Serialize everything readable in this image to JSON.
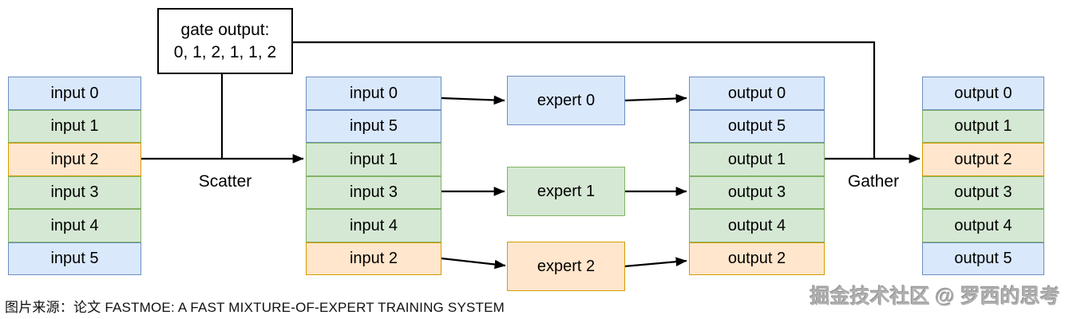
{
  "diagram": {
    "gate": {
      "title": "gate output:",
      "values": "0, 1, 2, 1, 1, 2"
    },
    "flow_labels": {
      "scatter": "Scatter",
      "gather": "Gather"
    },
    "columns": {
      "inputs": {
        "items": [
          {
            "label": "input 0",
            "color": "blue"
          },
          {
            "label": "input 1",
            "color": "green"
          },
          {
            "label": "input 2",
            "color": "orange"
          },
          {
            "label": "input 3",
            "color": "green"
          },
          {
            "label": "input 4",
            "color": "green"
          },
          {
            "label": "input 5",
            "color": "blue"
          }
        ]
      },
      "scattered": {
        "items": [
          {
            "label": "input 0",
            "color": "blue"
          },
          {
            "label": "input 5",
            "color": "blue"
          },
          {
            "label": "input 1",
            "color": "green"
          },
          {
            "label": "input 3",
            "color": "green"
          },
          {
            "label": "input 4",
            "color": "green"
          },
          {
            "label": "input 2",
            "color": "orange"
          }
        ]
      },
      "expert_outputs": {
        "items": [
          {
            "label": "output 0",
            "color": "blue"
          },
          {
            "label": "output 5",
            "color": "blue"
          },
          {
            "label": "output 1",
            "color": "green"
          },
          {
            "label": "output 3",
            "color": "green"
          },
          {
            "label": "output 4",
            "color": "green"
          },
          {
            "label": "output 2",
            "color": "orange"
          }
        ]
      },
      "outputs": {
        "items": [
          {
            "label": "output 0",
            "color": "blue"
          },
          {
            "label": "output 1",
            "color": "green"
          },
          {
            "label": "output 2",
            "color": "orange"
          },
          {
            "label": "output 3",
            "color": "green"
          },
          {
            "label": "output 4",
            "color": "green"
          },
          {
            "label": "output 5",
            "color": "blue"
          }
        ]
      }
    },
    "experts": [
      {
        "label": "expert 0",
        "color": "blue"
      },
      {
        "label": "expert 1",
        "color": "green"
      },
      {
        "label": "expert 2",
        "color": "orange"
      }
    ],
    "palette": {
      "blue": {
        "fill": "#dae8fc",
        "stroke": "#6c8ebf"
      },
      "green": {
        "fill": "#d5e8d4",
        "stroke": "#82b366"
      },
      "orange": {
        "fill": "#ffe6cc",
        "stroke": "#d79b00"
      },
      "line": "#000000"
    },
    "caption": "图片来源：论文 FASTMOE: A FAST MIXTURE-OF-EXPERT TRAINING SYSTEM",
    "watermark": "掘金技术社区 @ 罗西的思考"
  }
}
